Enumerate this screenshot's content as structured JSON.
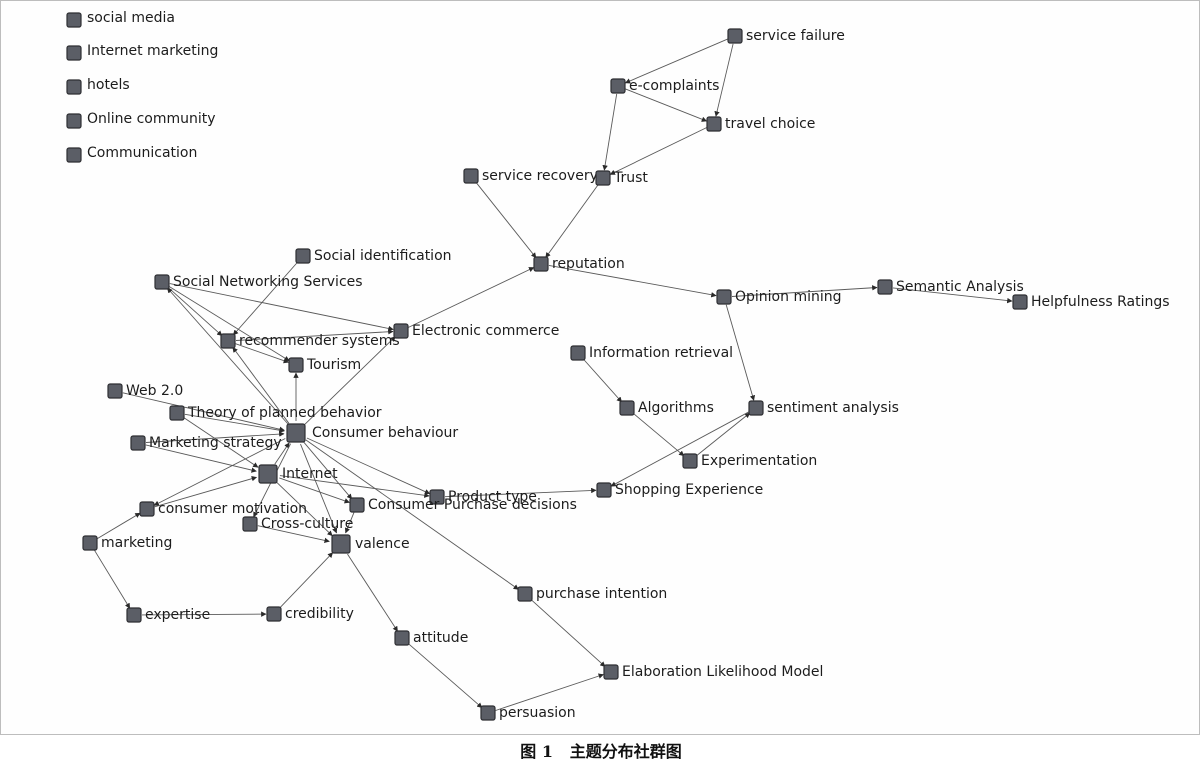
{
  "legend": [
    "social media",
    "Internet marketing",
    "hotels",
    "Online community",
    "Communication"
  ],
  "diagram": {
    "nodes": [
      {
        "id": "service-failure",
        "label": "service failure"
      },
      {
        "id": "e-complaints",
        "label": "e-complaints"
      },
      {
        "id": "travel-choice",
        "label": "travel choice"
      },
      {
        "id": "service-recovery",
        "label": "service recovery"
      },
      {
        "id": "trust",
        "label": "Trust"
      },
      {
        "id": "reputation",
        "label": "reputation"
      },
      {
        "id": "social-identification",
        "label": "Social identification"
      },
      {
        "id": "social-networking-services",
        "label": "Social Networking Services"
      },
      {
        "id": "recommender-systems",
        "label": "recommender systems"
      },
      {
        "id": "electronic-commerce",
        "label": "Electronic commerce"
      },
      {
        "id": "tourism",
        "label": "Tourism"
      },
      {
        "id": "opinion-mining",
        "label": "Opinion mining"
      },
      {
        "id": "semantic-analysis",
        "label": "Semantic Analysis"
      },
      {
        "id": "helpfulness-ratings",
        "label": "Helpfulness Ratings"
      },
      {
        "id": "information-retrieval",
        "label": "Information retrieval"
      },
      {
        "id": "algorithms",
        "label": "Algorithms"
      },
      {
        "id": "sentiment-analysis",
        "label": "sentiment analysis"
      },
      {
        "id": "experimentation",
        "label": "Experimentation"
      },
      {
        "id": "web-2-0",
        "label": "Web 2.0"
      },
      {
        "id": "theory-of-planned-behavior",
        "label": "Theory of planned behavior"
      },
      {
        "id": "consumer-behaviour",
        "label": "Consumer behaviour"
      },
      {
        "id": "marketing-strategy",
        "label": "Marketing strategy"
      },
      {
        "id": "internet",
        "label": "Internet"
      },
      {
        "id": "product-type",
        "label": "Product type"
      },
      {
        "id": "shopping-experience",
        "label": "Shopping Experience"
      },
      {
        "id": "consumer-motivation",
        "label": "consumer motivation"
      },
      {
        "id": "consumer-purchase-decisions",
        "label": "Consumer Purchase decisions"
      },
      {
        "id": "cross-culture",
        "label": "Cross-culture"
      },
      {
        "id": "valence",
        "label": "valence"
      },
      {
        "id": "marketing",
        "label": "marketing"
      },
      {
        "id": "purchase-intention",
        "label": "purchase intention"
      },
      {
        "id": "expertise",
        "label": "expertise"
      },
      {
        "id": "credibility",
        "label": "credibility"
      },
      {
        "id": "attitude",
        "label": "attitude"
      },
      {
        "id": "elaboration-likelihood-model",
        "label": "Elaboration Likelihood Model"
      },
      {
        "id": "persuasion",
        "label": "persuasion"
      }
    ],
    "edges": [
      [
        "service-failure",
        "e-complaints"
      ],
      [
        "service-failure",
        "travel-choice"
      ],
      [
        "e-complaints",
        "travel-choice"
      ],
      [
        "e-complaints",
        "trust"
      ],
      [
        "travel-choice",
        "trust"
      ],
      [
        "trust",
        "reputation"
      ],
      [
        "service-recovery",
        "reputation"
      ],
      [
        "electronic-commerce",
        "reputation"
      ],
      [
        "reputation",
        "opinion-mining"
      ],
      [
        "opinion-mining",
        "semantic-analysis"
      ],
      [
        "semantic-analysis",
        "helpfulness-ratings"
      ],
      [
        "opinion-mining",
        "sentiment-analysis"
      ],
      [
        "information-retrieval",
        "algorithms"
      ],
      [
        "algorithms",
        "experimentation"
      ],
      [
        "experimentation",
        "sentiment-analysis"
      ],
      [
        "sentiment-analysis",
        "shopping-experience"
      ],
      [
        "product-type",
        "shopping-experience"
      ],
      [
        "social-identification",
        "recommender-systems"
      ],
      [
        "social-networking-services",
        "recommender-systems"
      ],
      [
        "social-networking-services",
        "tourism"
      ],
      [
        "social-networking-services",
        "electronic-commerce"
      ],
      [
        "recommender-systems",
        "tourism"
      ],
      [
        "recommender-systems",
        "electronic-commerce"
      ],
      [
        "consumer-behaviour",
        "recommender-systems"
      ],
      [
        "consumer-behaviour",
        "social-networking-services"
      ],
      [
        "consumer-behaviour",
        "tourism"
      ],
      [
        "consumer-behaviour",
        "electronic-commerce"
      ],
      [
        "web-2-0",
        "consumer-behaviour"
      ],
      [
        "theory-of-planned-behavior",
        "consumer-behaviour"
      ],
      [
        "marketing-strategy",
        "consumer-behaviour"
      ],
      [
        "internet",
        "consumer-behaviour"
      ],
      [
        "consumer-behaviour",
        "product-type"
      ],
      [
        "consumer-behaviour",
        "consumer-purchase-decisions"
      ],
      [
        "consumer-behaviour",
        "purchase-intention"
      ],
      [
        "consumer-behaviour",
        "valence"
      ],
      [
        "consumer-behaviour",
        "consumer-motivation"
      ],
      [
        "consumer-behaviour",
        "cross-culture"
      ],
      [
        "theory-of-planned-behavior",
        "internet"
      ],
      [
        "marketing-strategy",
        "internet"
      ],
      [
        "consumer-motivation",
        "internet"
      ],
      [
        "internet",
        "product-type"
      ],
      [
        "internet",
        "consumer-purchase-decisions"
      ],
      [
        "internet",
        "valence"
      ],
      [
        "cross-culture",
        "valence"
      ],
      [
        "consumer-purchase-decisions",
        "valence"
      ],
      [
        "marketing",
        "consumer-motivation"
      ],
      [
        "marketing",
        "expertise"
      ],
      [
        "expertise",
        "credibility"
      ],
      [
        "credibility",
        "valence"
      ],
      [
        "valence",
        "attitude"
      ],
      [
        "attitude",
        "persuasion"
      ],
      [
        "persuasion",
        "elaboration-likelihood-model"
      ],
      [
        "purchase-intention",
        "elaboration-likelihood-model"
      ]
    ]
  },
  "caption": {
    "figure": "图 1",
    "title": "主题分布社群图"
  }
}
